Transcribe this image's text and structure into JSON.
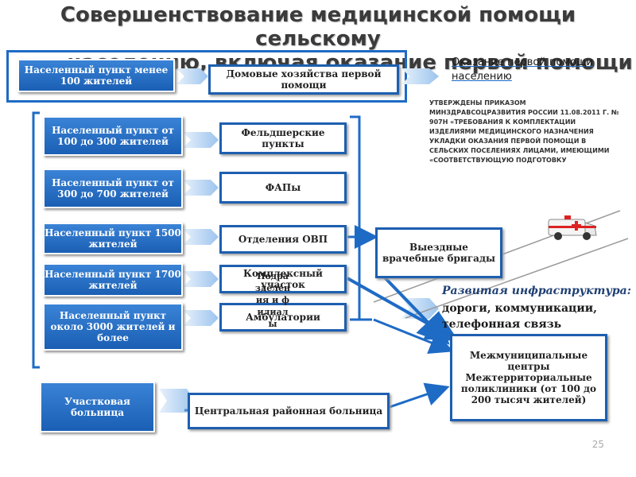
{
  "title": {
    "line1": "Совершенствование медицинской помощи сельскому",
    "line2": "населению, включая оказание первой помощи"
  },
  "settlements": [
    "Населенный пункт менее 100 жителей",
    "Населенный пункт от 100 до 300 жителей",
    "Населенный пункт от 300 до 700 жителей",
    "Населенный пункт 1500 жителей",
    "Населенный пункт 1700 жителей",
    "Населенный пункт около 3000 жителей и более"
  ],
  "facilities": [
    "Домовые хозяйства первой помощи",
    "Фельдшерские пункты",
    "ФАПы",
    "Отделения ОВП",
    "Комплексный участок",
    "Амбулатории"
  ],
  "first_aid_label": "Оказание первой помощи населению",
  "order_text": "УТВЕРЖДЕНЫ ПРИКАЗОМ МИНЗДРАВСОЦРАЗВИТИЯ РОССИИ 11.08.2011 г. № 907н «ТРЕБОВАНИЯ К КОМПЛЕКТАЦИИ ИЗДЕЛИЯМИ МЕДИЦИНСКОГО НАЗНАЧЕНИЯ УКЛАДКИ ОКАЗАНИЯ ПЕРВОЙ ПОМОЩИ В СЕЛЬСКИХ ПОСЕЛЕНИЯХ ЛИЦАМИ, ИМЕЮЩИМИ «СООТВЕТСТВУЮЩУЮ ПОДГОТОВКУ",
  "mobile_teams": "Выездные врачебные бригады",
  "infrastructure": {
    "heading": "Развитая инфраструктура:",
    "line1": "дороги, коммуникации,",
    "line2": "телефонная связь"
  },
  "intermunicipal": "Межмуниципальные центры Межтерриториальные поликлиники (от 100 до 200 тысяч жителей)",
  "district_hospital_small": "Участковая больница",
  "central_hospital": "Центральная районная больница",
  "vertical_text": "Подразделения и филиалы",
  "page_number": "25",
  "colors": {
    "box_blue": "#1a5fb4",
    "arrow": "#1e6bc5",
    "bracket": "#1e6bc5"
  },
  "icons": [
    "ambulance-icon"
  ]
}
